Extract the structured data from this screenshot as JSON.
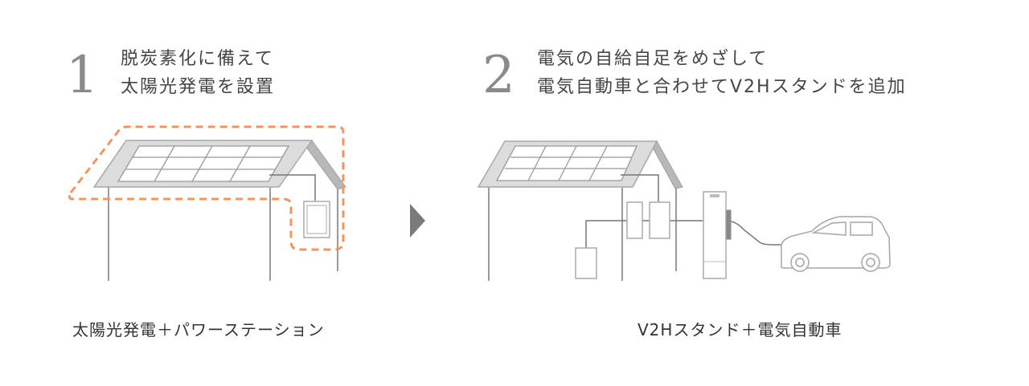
{
  "step1": {
    "number": "1",
    "heading_line1": "脱炭素化に備えて",
    "heading_line2": "太陽光発電を設置",
    "caption": "太陽光発電＋パワーステーション"
  },
  "step2": {
    "number": "2",
    "heading_line1": "電気の自給自足をめざして",
    "heading_line2": "電気自動車と合わせてV2Hスタンドを追加",
    "caption": "V2Hスタンド＋電気自動車"
  },
  "colors": {
    "accent_dash": "#ee9560",
    "line": "#9a9a9a",
    "roof": "#d9d9d9",
    "arrow": "#7a7a7a"
  }
}
